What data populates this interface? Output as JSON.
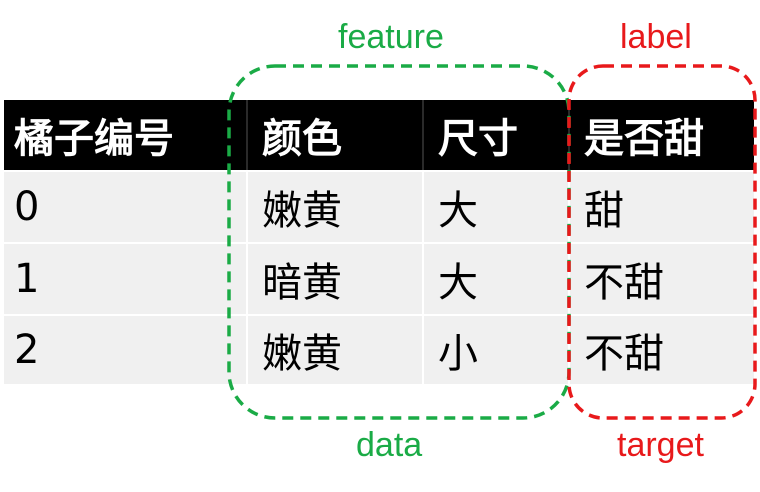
{
  "annotations": {
    "feature": "feature",
    "label": "label",
    "data": "data",
    "target": "target"
  },
  "colors": {
    "feature_group": "#1aab46",
    "label_group": "#e8191b",
    "header_bg": "#000000",
    "row_bg": "#f0f0f0"
  },
  "table": {
    "headers": [
      "橘子编号",
      "颜色",
      "尺寸",
      "是否甜"
    ],
    "rows": [
      [
        "0",
        "嫩黄",
        "大",
        "甜"
      ],
      [
        "1",
        "暗黄",
        "大",
        "不甜"
      ],
      [
        "2",
        "嫩黄",
        "小",
        "不甜"
      ]
    ]
  }
}
